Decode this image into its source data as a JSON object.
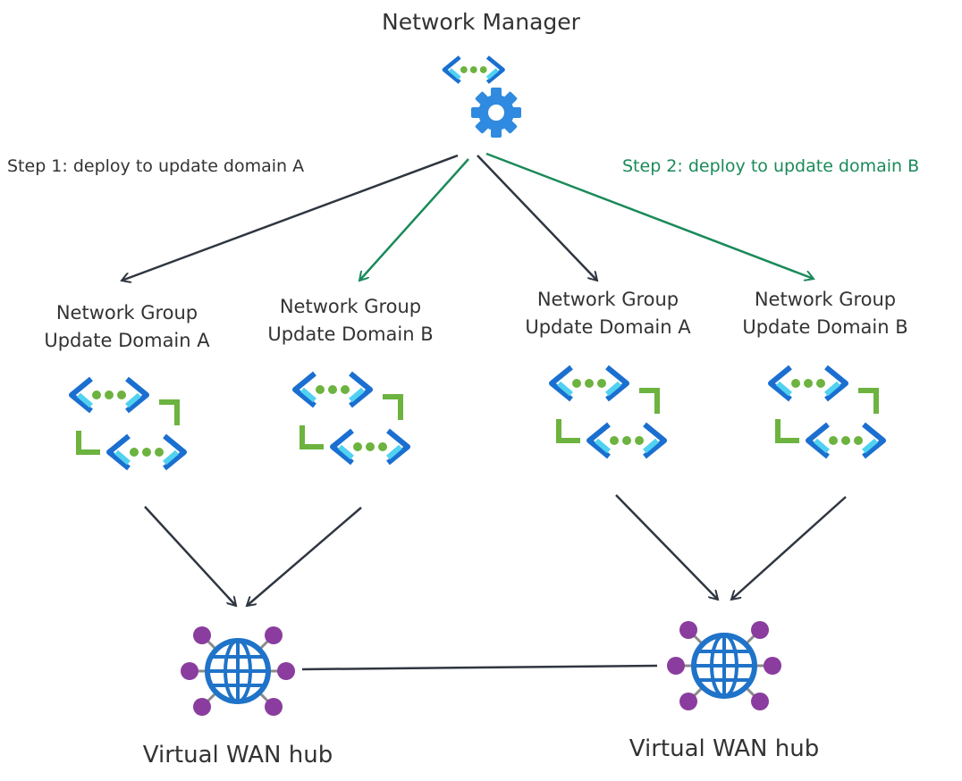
{
  "title": "Network Manager",
  "steps": {
    "step1": "Step 1: deploy to update domain A",
    "step2": "Step 2: deploy to update domain B"
  },
  "groups": [
    {
      "line1": "Network Group",
      "line2": "Update Domain A"
    },
    {
      "line1": "Network Group",
      "line2": "Update Domain B"
    },
    {
      "line1": "Network Group",
      "line2": "Update Domain A"
    },
    {
      "line1": "Network Group",
      "line2": "Update Domain B"
    }
  ],
  "hubs": [
    {
      "label": "Virtual WAN hub"
    },
    {
      "label": "Virtual WAN hub"
    }
  ],
  "colors": {
    "text": "#333333",
    "step2_text": "#1a8a5a",
    "arrow_dark": "#2f3640",
    "arrow_green": "#1a8a5a",
    "vnet_blue": "#1a6fd0",
    "vnet_cyan": "#50d2f0",
    "vnet_green": "#6cb33f",
    "gear_blue": "#2f8ae0",
    "globe_blue": "#1f73c8",
    "node_purple": "#8a3d9e",
    "spoke_gray": "#8a8a8a"
  },
  "icons": {
    "manager": "network-manager-icon",
    "group": "network-group-icon",
    "hub": "virtual-wan-hub-icon"
  }
}
